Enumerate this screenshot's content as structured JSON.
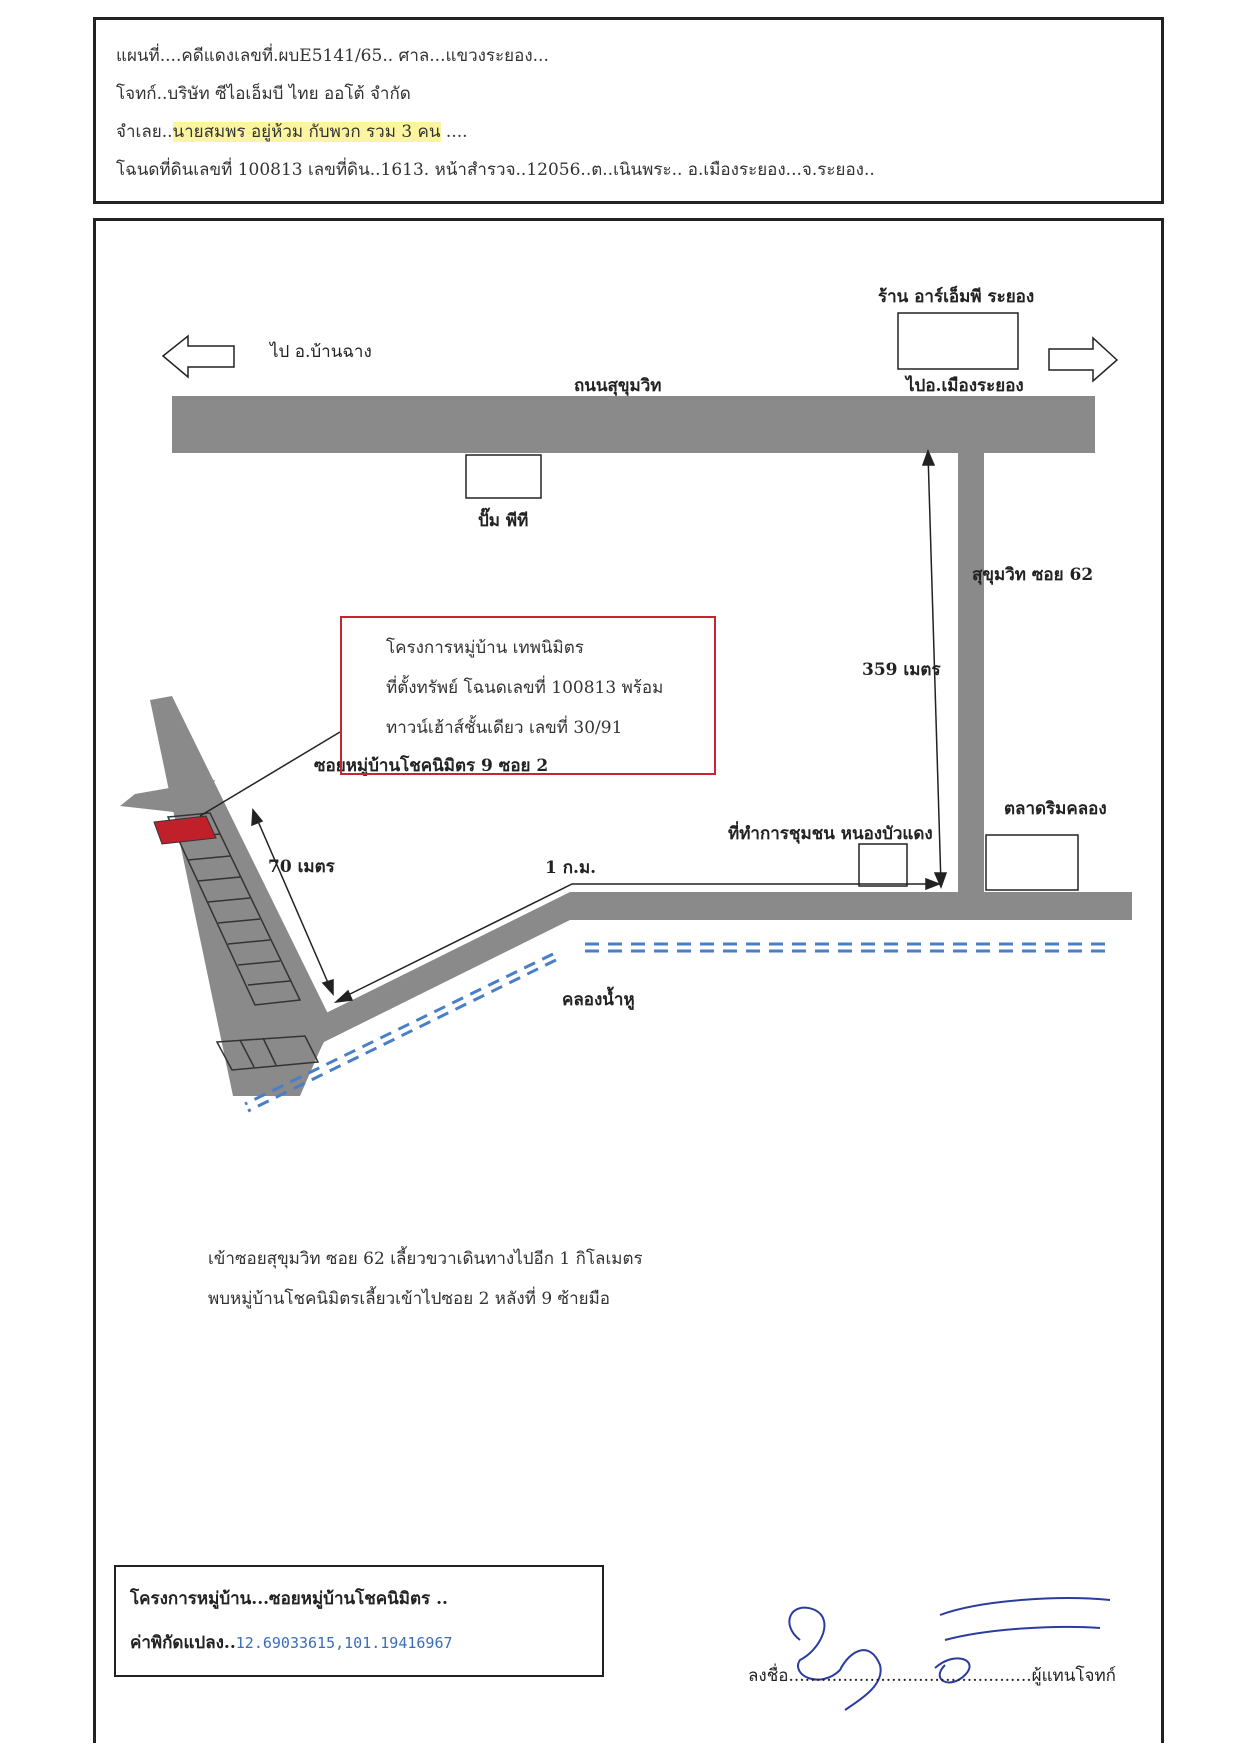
{
  "header": {
    "line1": "แผนที่....คดีแดงเลขที่.ผบE5141/65.. ศาล...แขวงระยอง...",
    "line2": "โจทก์..บริษัท ซีไอเอ็มบี ไทย ออโต้ จำกัด",
    "line3_prefix": "จำเลย..",
    "line3_highlight": "นายสมพร อยู่ห้วม กับพวก รวม 3 คน",
    "line3_suffix": " ....",
    "line4": "โฉนดที่ดินเลขที่ 100813 เลขที่ดิน..1613. หน้าสำรวจ..12056..ต..เนินพระ.. อ.เมืองระยอง...จ.ระยอง.."
  },
  "map": {
    "to_ban_chang": "ไป อ.บ้านฉาง",
    "to_mueang_rayong": "ไปอ.เมืองระยอง",
    "main_road": "ถนนสุขุมวิท",
    "shop_rmp": "ร้าน อาร์เอ็มพี ระยอง",
    "pump_pt": "ปั๊ม พีที",
    "soi_62": "สุขุมวิท ซอย 62",
    "dist_359": "359 เมตร",
    "market": "ตลาดริมคลอง",
    "community_office": "ที่ทำการชุมชน หนองบัวแดง",
    "dist_1km": "1 ก.ม.",
    "dist_70": "70 เมตร",
    "canal": "คลองน้ำหู",
    "village_soi": "ซอยหมู่บ้านโชคนิมิตร 9 ซอย 2"
  },
  "project_box": {
    "line1": "โครงการหมู่บ้าน เทพนิมิตร",
    "line2": "ที่ตั้งทรัพย์ โฉนดเลขที่ 100813 พร้อม",
    "line3": "ทาวน์เฮ้าส์ชั้นเดียว เลขที่ 30/91"
  },
  "directions": {
    "line1": "เข้าซอยสุขุมวิท ซอย 62 เลี้ยวขวาเดินทางไปอีก 1 กิโลเมตร",
    "line2": "พบหมู่บ้านโชคนิมิตรเลี้ยวเข้าไปซอย 2 หลังที่ 9 ซ้ายมือ"
  },
  "info_box": {
    "project_label": "โครงการหมู่บ้าน...ซอยหมู่บ้านโชคนิมิตร ..",
    "coords_label": "ค่าพิกัดแปลง..",
    "coords_value": "12.69033615,101.19416967"
  },
  "signature": {
    "line": "ลงชื่อ.............................................ผู้แทนโจทก์"
  },
  "colors": {
    "road": "#8a8a8a",
    "property": "#c0202a",
    "canal": "#4a7fc8",
    "project_border": "#cc2233",
    "highlight": "#fcf5a0",
    "signature_ink": "#2a3ca0"
  }
}
